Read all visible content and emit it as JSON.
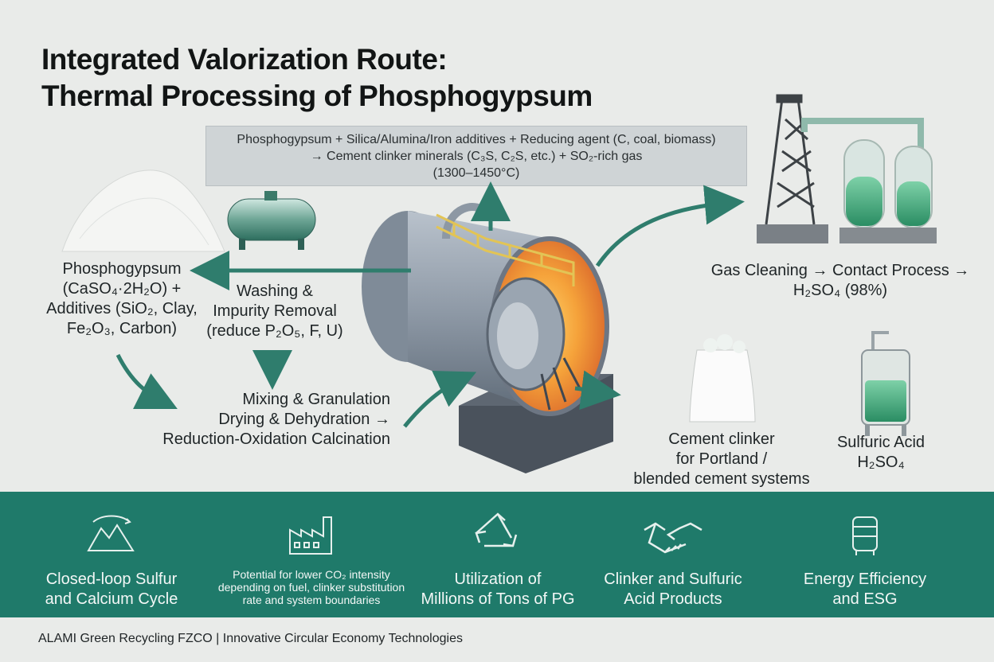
{
  "title": {
    "line1": "Integrated Valorization Route:",
    "line2": "Thermal Processing of Phosphogypsum"
  },
  "reaction": {
    "line1": "Phosphogypsum + Silica/Alumina/Iron additives + Reducing agent (C, coal, biomass)",
    "line2": "→ Cement clinker minerals (C₃S, C₂S, etc.) + SO₂-rich gas",
    "line3": "(1300–1450°C)"
  },
  "feed": {
    "line1": "Phosphogypsum",
    "line2": "(CaSO₄·2H₂O) +",
    "line3": "Additives (SiO₂, Clay,",
    "line4": "Fe₂O₃, Carbon)"
  },
  "washing": {
    "line1": "Washing &",
    "line2": "Impurity Removal",
    "line3": "(reduce P₂O₅, F, U)"
  },
  "mixing": {
    "line1": "Mixing & Granulation",
    "line2": "Drying & Dehydration →",
    "line3": "Reduction-Oxidation Calcination"
  },
  "gas": {
    "line1": "Gas Cleaning → Contact Process →",
    "line2": "H₂SO₄ (98%)"
  },
  "clinker_product": {
    "line1": "Cement clinker",
    "line2": "for Portland /",
    "line3": "blended cement systems"
  },
  "acid_product": {
    "line1": "Sulfuric Acid",
    "line2": "H₂SO₄"
  },
  "benefits": [
    {
      "icon": "mountain-cycle-icon",
      "line1": "Closed-loop Sulfur",
      "line2": "and Calcium Cycle"
    },
    {
      "icon": "factory-icon",
      "line1": "Potential for lower CO₂ intensity",
      "line2": "depending on fuel, clinker substitution",
      "line3": "rate and system boundaries"
    },
    {
      "icon": "recycle-icon",
      "line1": "Utilization of",
      "line2": "Millions of Tons of PG"
    },
    {
      "icon": "handshake-icon",
      "line1": "Clinker and Sulfuric",
      "line2": "Acid Products"
    },
    {
      "icon": "storage-tank-icon",
      "line1": "Energy Efficiency",
      "line2": "and ESG"
    }
  ],
  "footer": "ALAMI Green Recycling FZCO | Innovative Circular Economy Technologies",
  "colors": {
    "accent_green": "#1f7a6a",
    "arrow_teal": "#2f7d6d",
    "background": "#e9ebe9"
  }
}
